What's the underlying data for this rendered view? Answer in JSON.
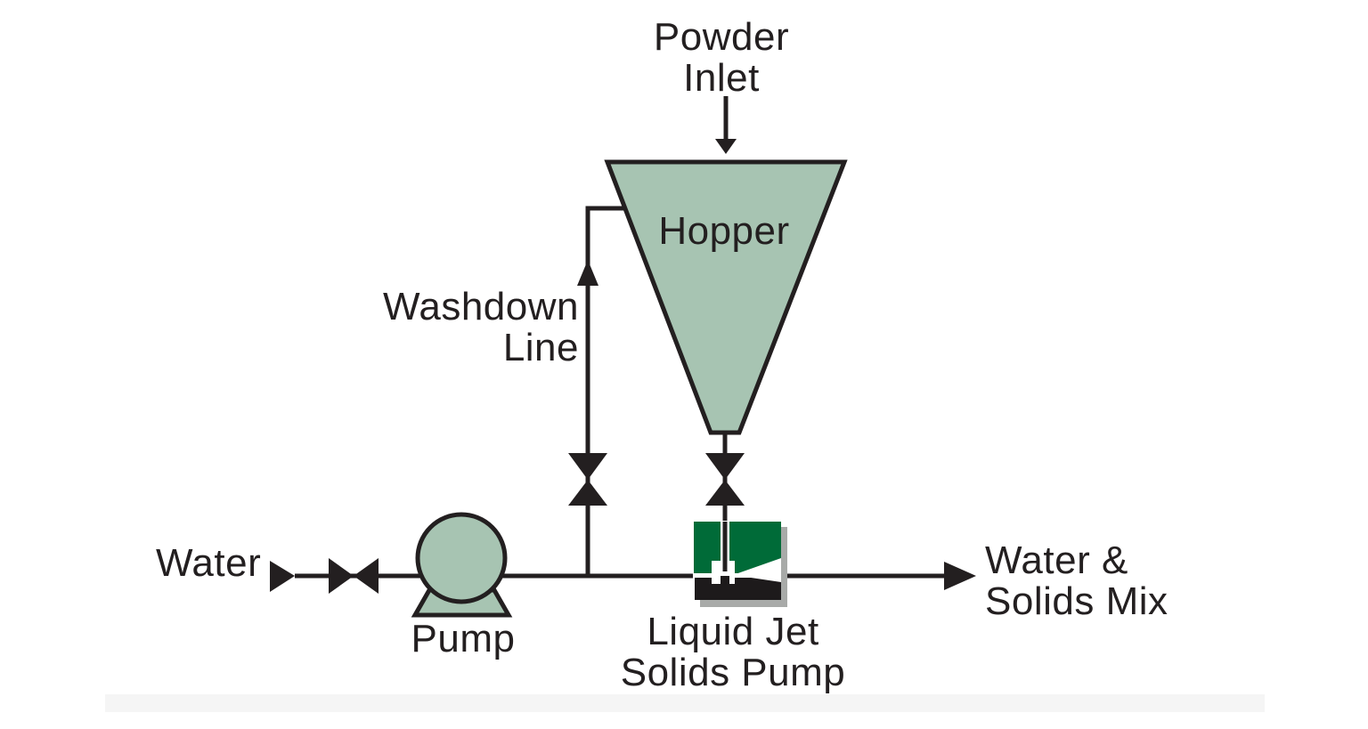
{
  "figure": {
    "title_implied": "Liquid jet solids pump system diagram",
    "background": "#ffffff",
    "ink": "#231f20",
    "sage_green": "#a7c4b2",
    "dark_green": "#006b38",
    "black_fill": "#1d1a1b",
    "shadow_gray": "#a8aaa8",
    "footer_band": "#f5f5f5"
  },
  "labels": {
    "powder_inlet": "Powder\nInlet",
    "hopper": "Hopper",
    "washdown_line": "Washdown\nLine",
    "water": "Water",
    "pump": "Pump",
    "jet_pump": "Liquid Jet\nSolids Pump",
    "water_solids_mix": "Water &\nSolids Mix"
  },
  "components": [
    {
      "id": "powder-inlet-arrow",
      "icon": "arrow-down-icon"
    },
    {
      "id": "hopper",
      "icon": "funnel-vessel-icon"
    },
    {
      "id": "washdown-check-arrow",
      "icon": "arrow-up-icon"
    },
    {
      "id": "washdown-valve",
      "icon": "gate-valve-icon"
    },
    {
      "id": "hopper-outlet-valve",
      "icon": "gate-valve-icon"
    },
    {
      "id": "water-inlet-arrow",
      "icon": "arrow-right-icon"
    },
    {
      "id": "water-valve",
      "icon": "gate-valve-icon"
    },
    {
      "id": "pump",
      "icon": "centrifugal-pump-icon"
    },
    {
      "id": "liquid-jet-solids-pump",
      "icon": "eductor-icon"
    },
    {
      "id": "outlet-arrow",
      "icon": "arrow-right-icon"
    }
  ]
}
